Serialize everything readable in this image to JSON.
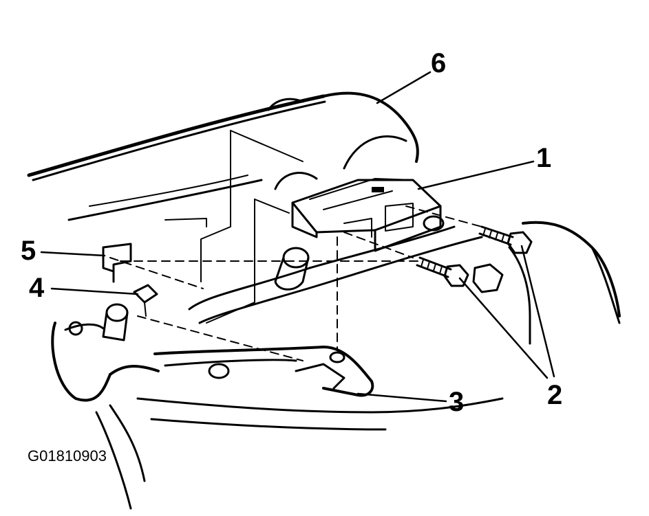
{
  "figure": {
    "id": "G01810903",
    "callouts": [
      {
        "num": "1"
      },
      {
        "num": "2"
      },
      {
        "num": "3"
      },
      {
        "num": "4"
      },
      {
        "num": "5"
      },
      {
        "num": "6"
      }
    ]
  }
}
